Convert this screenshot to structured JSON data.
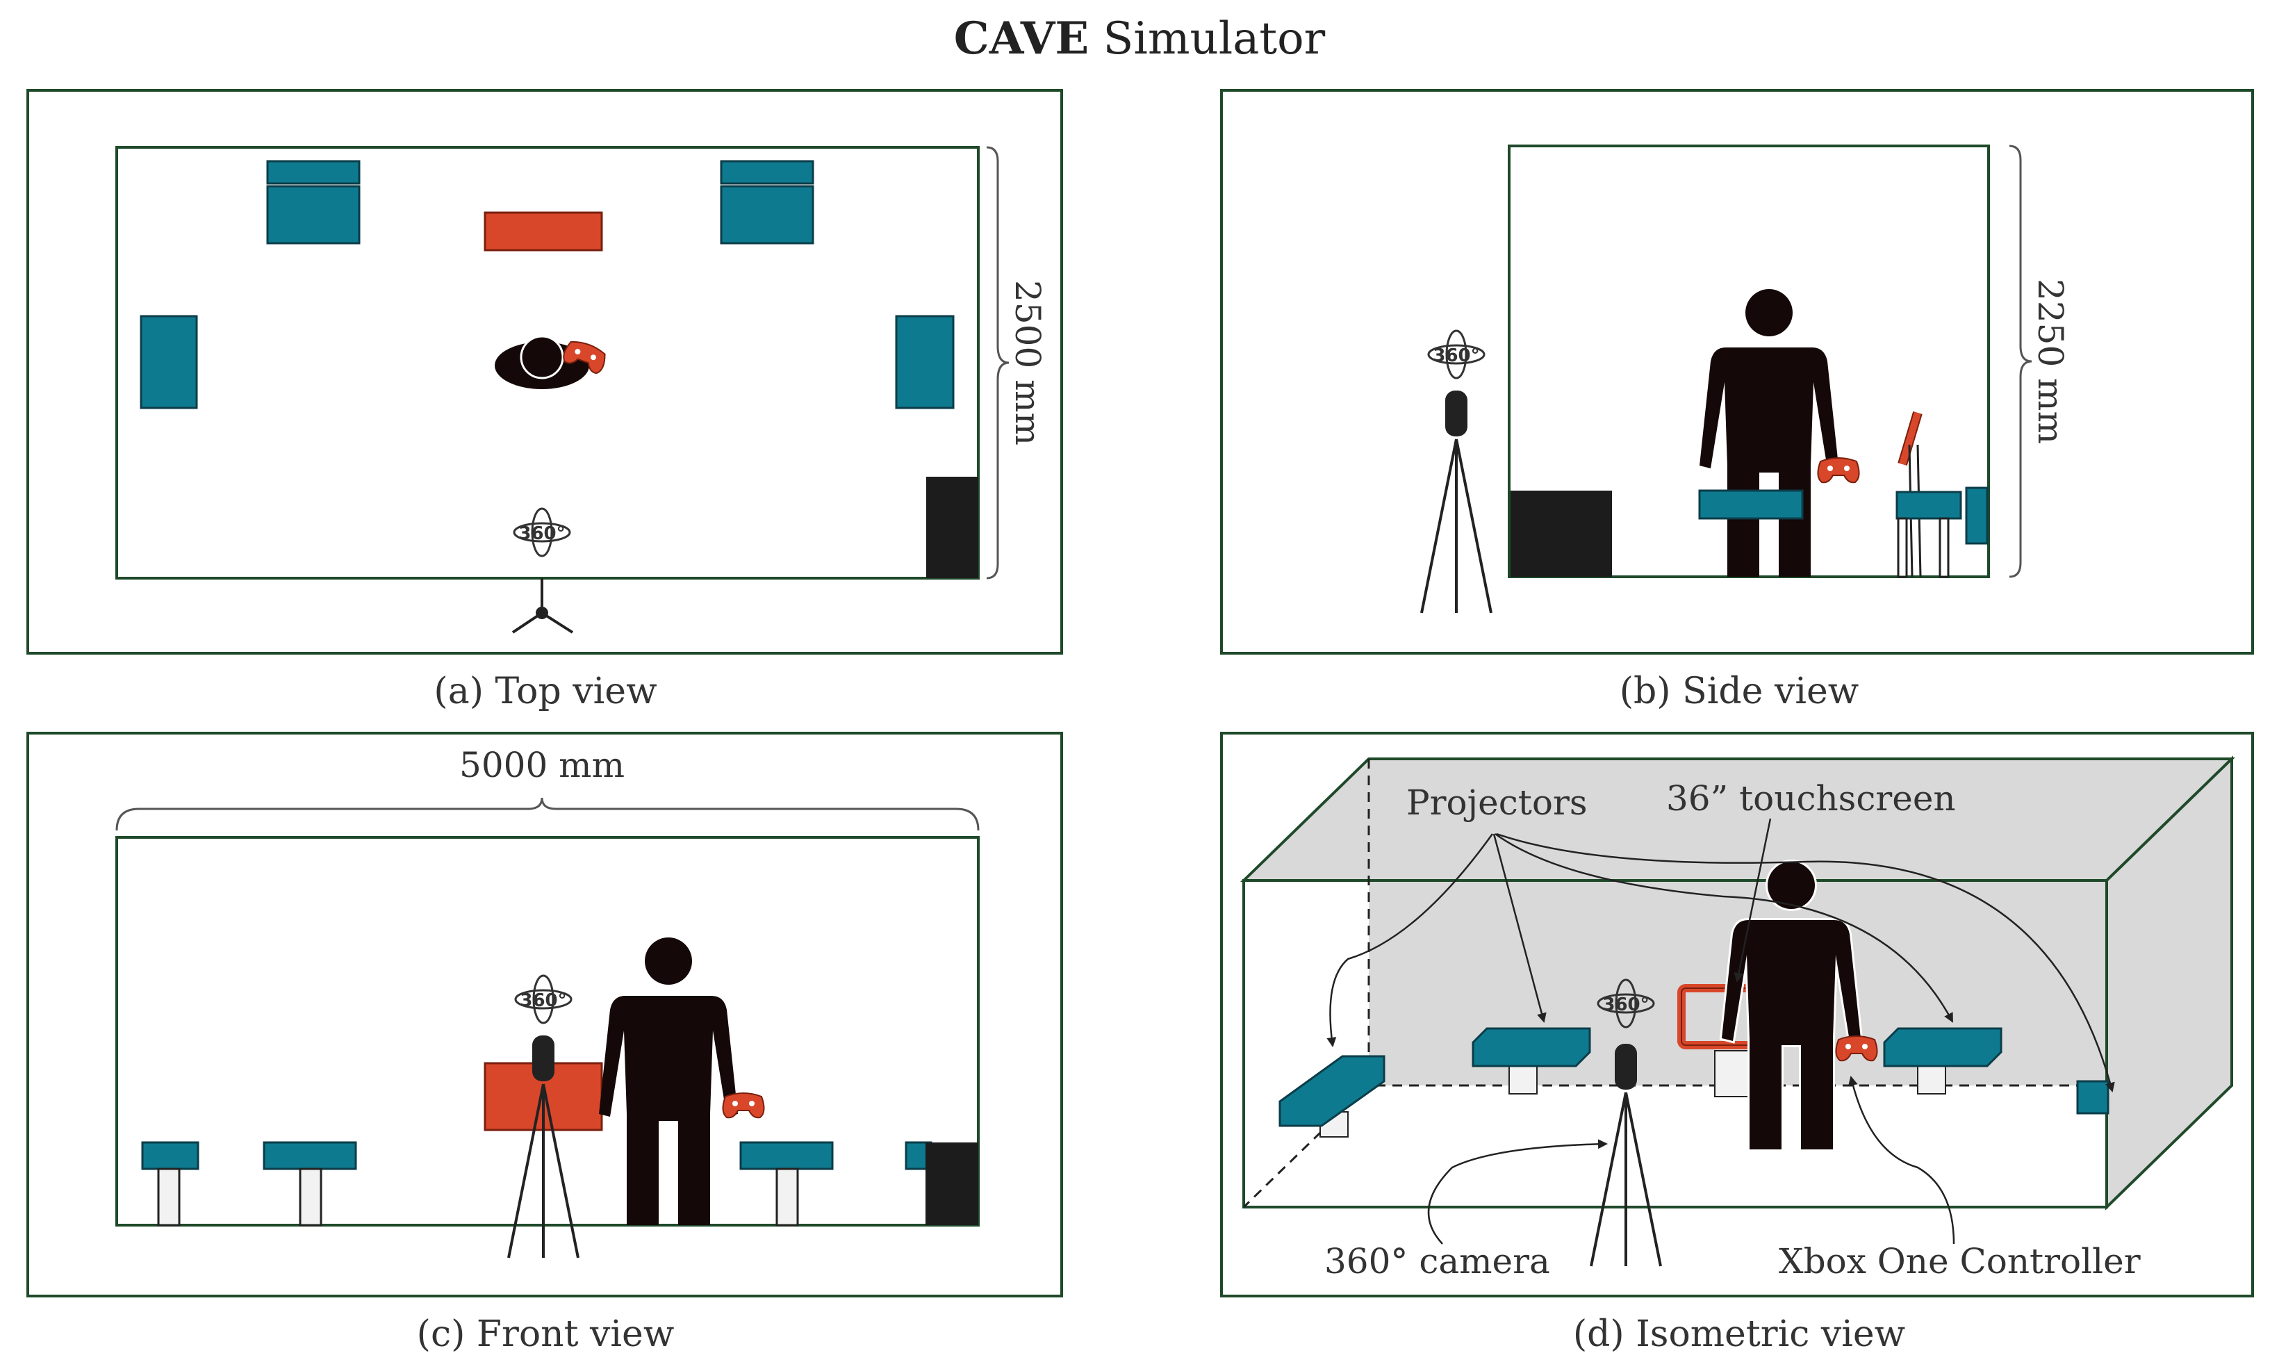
{
  "title": {
    "bold": "CAVE",
    "rest": " Simulator"
  },
  "captions": {
    "a": "(a) Top view",
    "b": "(b) Side view",
    "c": "(c) Front view",
    "d": "(d) Isometric view"
  },
  "dimensions": {
    "depth": "2500 mm",
    "height": "2250 mm",
    "width": "5000 mm"
  },
  "camera_badge": "360°",
  "labels": {
    "projectors": "Projectors",
    "touchscreen": "36” touchscreen",
    "camera": "360° camera",
    "controller": "Xbox One Controller"
  },
  "colors": {
    "teal": "#0e7a8f",
    "orange": "#d9472a",
    "dark": "#1c1c1c",
    "frame": "#1f4a2a",
    "wall_gray": "#d9d9d9"
  }
}
